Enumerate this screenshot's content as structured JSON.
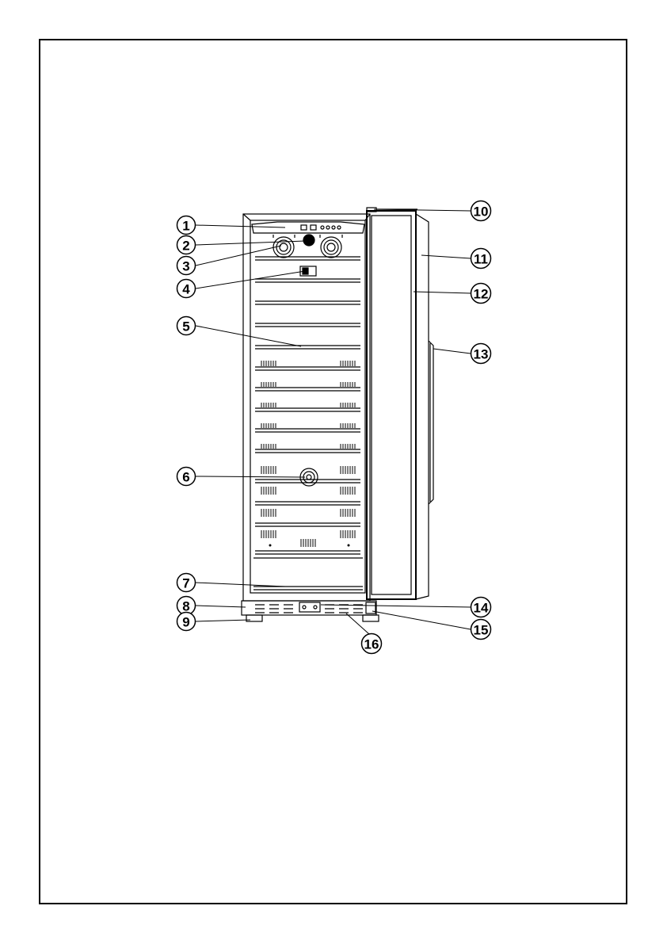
{
  "diagram": {
    "callouts": [
      {
        "num": "1"
      },
      {
        "num": "2"
      },
      {
        "num": "3"
      },
      {
        "num": "4"
      },
      {
        "num": "5"
      },
      {
        "num": "6"
      },
      {
        "num": "7"
      },
      {
        "num": "8"
      },
      {
        "num": "9"
      },
      {
        "num": "10"
      },
      {
        "num": "11"
      },
      {
        "num": "12"
      },
      {
        "num": "13"
      },
      {
        "num": "14"
      },
      {
        "num": "15"
      },
      {
        "num": "16"
      }
    ]
  }
}
